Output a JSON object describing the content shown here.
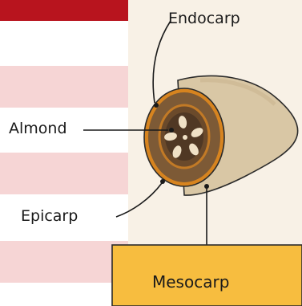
{
  "diagram": {
    "labels": {
      "endocarp": "Endocarp",
      "almond": "Almond",
      "epicarp": "Epicarp",
      "mesocarp": "Mesocarp"
    }
  },
  "colors": {
    "band_red": "#b8141e",
    "band_pink": "#f6d5d5",
    "background_beige": "#f8f1e6",
    "mesocarp_box": "#f7bd3f",
    "fruit_body": "#d9c7a5",
    "epicarp_ring": "#d7841f",
    "mesocarp_flesh": "#7d5a36",
    "endocarp_ring": "#6b4a2b",
    "almond_core": "#3b2a1f",
    "seed": "#f0e1c6",
    "outline": "#2b2b2b"
  }
}
